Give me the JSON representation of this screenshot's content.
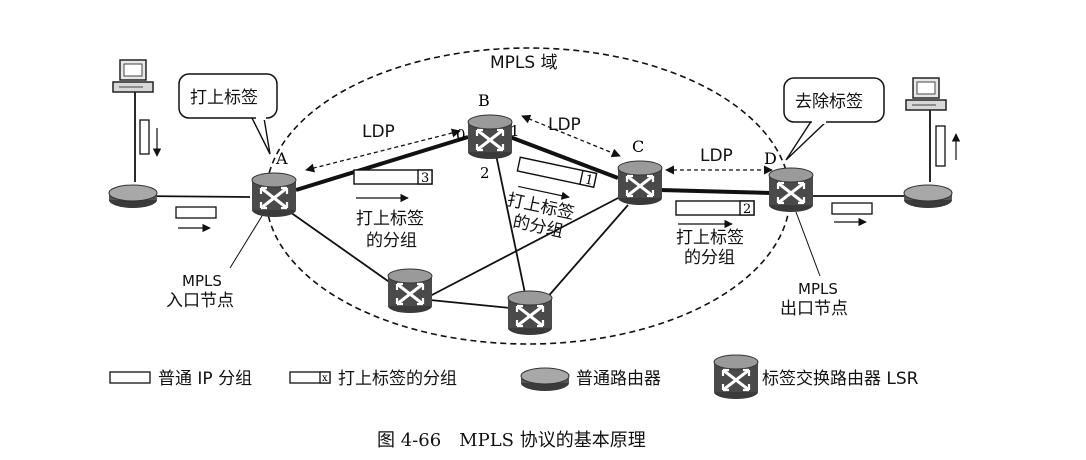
{
  "domain_title": "MPLS 域",
  "callouts": {
    "ingress_action": "打上标签",
    "egress_action": "去除标签"
  },
  "routers": {
    "A": "A",
    "B": "B",
    "C": "C",
    "D": "D"
  },
  "ports": {
    "b0": "0",
    "b1": "1",
    "b2": "2"
  },
  "ldp": {
    "ab": "LDP",
    "bc": "LDP",
    "cd": "LDP"
  },
  "packet_labels": {
    "ab": "3",
    "bc": "1",
    "cd": "2"
  },
  "packet_captions": {
    "ab": [
      "打上标签",
      "的分组"
    ],
    "bc": [
      "打上标签",
      "的分组"
    ],
    "cd": [
      "打上标签",
      "的分组"
    ]
  },
  "node_labels": {
    "ingress": [
      "MPLS",
      "入口节点"
    ],
    "egress": [
      "MPLS",
      "出口节点"
    ]
  },
  "legend": {
    "ip_packet": "普通 IP 分组",
    "labeled_packet": "打上标签的分组",
    "labeled_marker": "x",
    "router": "普通路由器",
    "lsr": "标签交换路由器 LSR"
  },
  "caption": "图 4-66　MPLS 协议的基本原理"
}
